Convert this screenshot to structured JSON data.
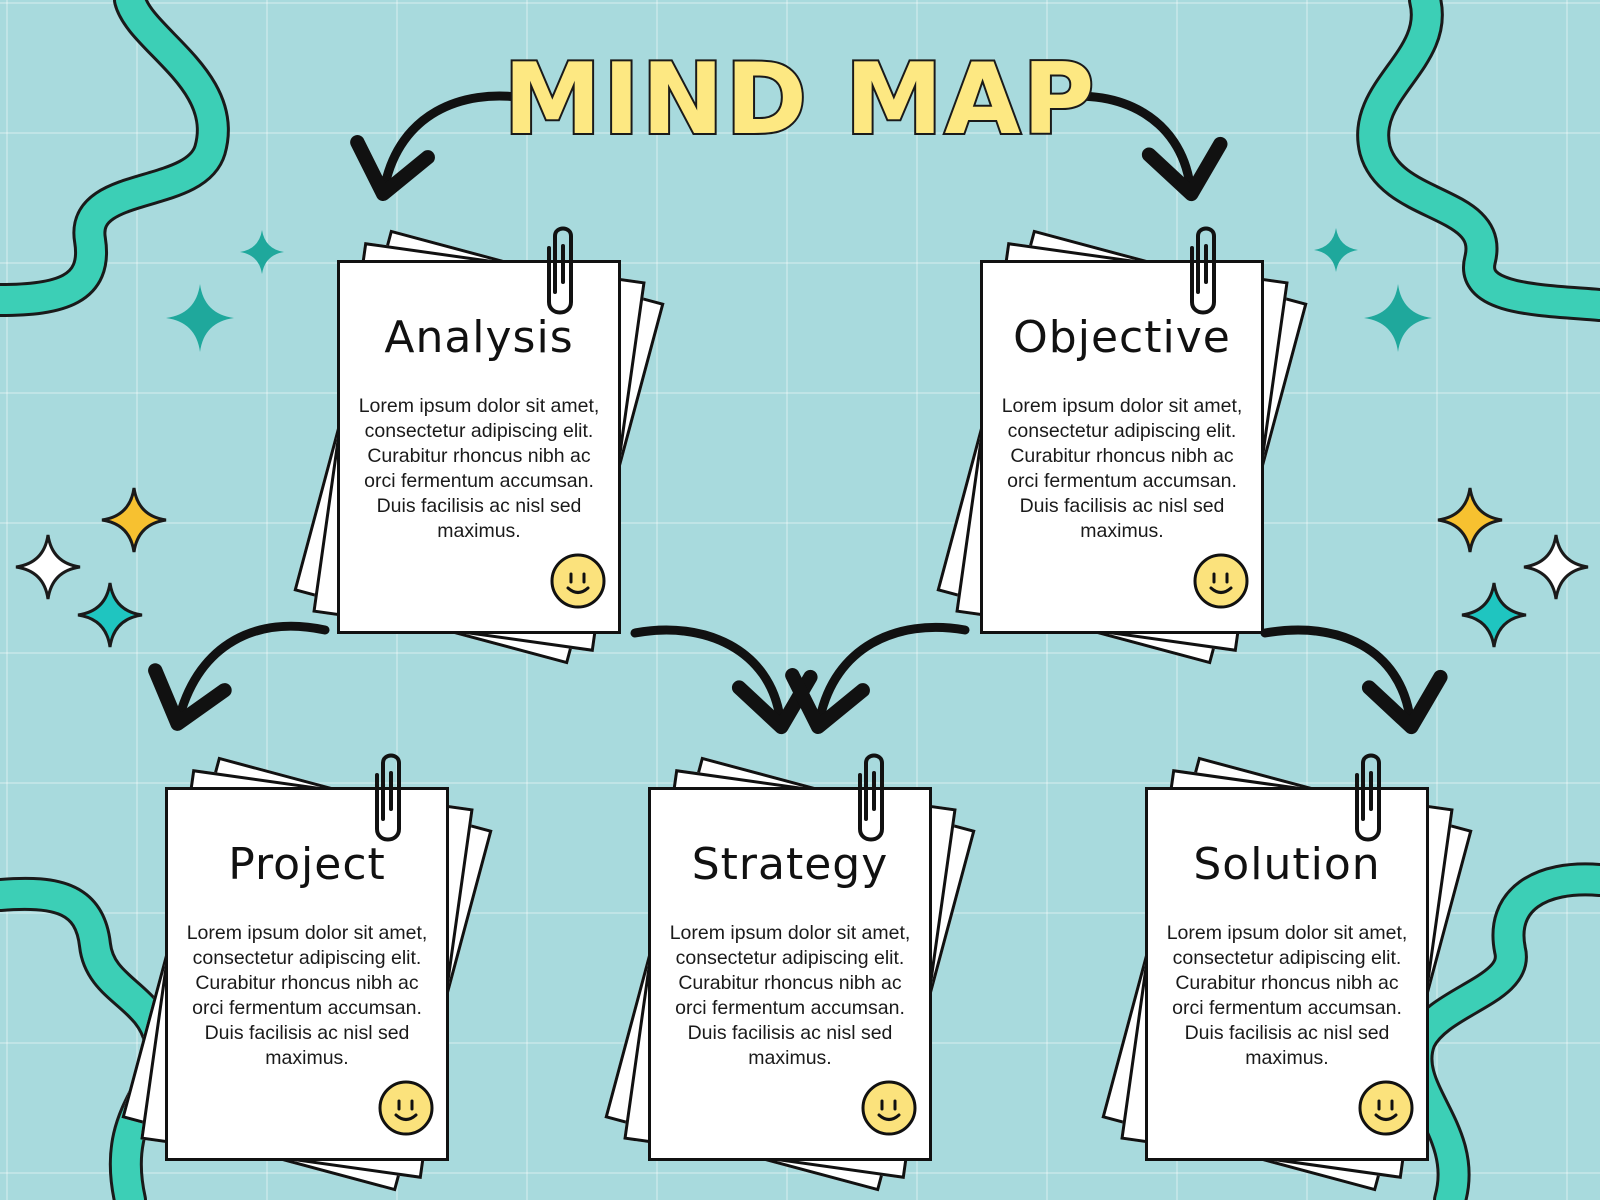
{
  "title": "MIND MAP",
  "colors": {
    "background": "#a8dadd",
    "title_fill": "#fde882",
    "wave": "#3ccfb6",
    "sparkle_teal": "#1fa89c",
    "sparkle_yellow": "#f7c130",
    "sparkle_white": "#ffffff",
    "smiley": "#fbe27c"
  },
  "cards": {
    "analysis": {
      "title": "Analysis",
      "body": "Lorem ipsum dolor sit amet, consectetur adipiscing elit. Curabitur rhoncus nibh ac orci fermentum accumsan. Duis facilisis ac nisl sed maximus."
    },
    "objective": {
      "title": "Objective",
      "body": "Lorem ipsum dolor sit amet, consectetur adipiscing elit. Curabitur rhoncus nibh ac orci fermentum accumsan. Duis facilisis ac nisl sed maximus."
    },
    "project": {
      "title": "Project",
      "body": "Lorem ipsum dolor sit amet, consectetur adipiscing elit. Curabitur rhoncus nibh ac orci fermentum accumsan. Duis facilisis ac nisl sed maximus."
    },
    "strategy": {
      "title": "Strategy",
      "body": "Lorem ipsum dolor sit amet, consectetur adipiscing elit. Curabitur rhoncus nibh ac orci fermentum accumsan. Duis facilisis ac nisl sed maximus."
    },
    "solution": {
      "title": "Solution",
      "body": "Lorem ipsum dolor sit amet, consectetur adipiscing elit. Curabitur rhoncus nibh ac orci fermentum accumsan. Duis facilisis ac nisl sed maximus."
    }
  },
  "icons": {
    "card_clip": "paperclip-icon",
    "card_face": "smiley-icon",
    "decoration": "sparkle-icon"
  }
}
